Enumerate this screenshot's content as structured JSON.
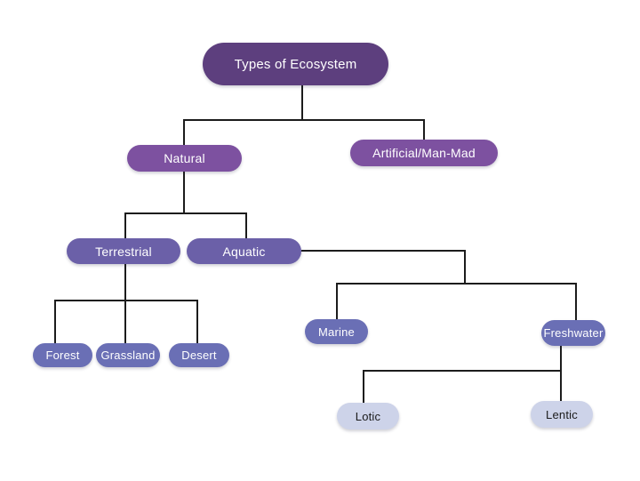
{
  "diagram": {
    "title": "Types of Ecosystem",
    "background_color": "#ffffff",
    "connector_color": "#1c1c1c"
  },
  "colors": {
    "root_node": "#5d3f7e",
    "level1_node": "#7d51a0",
    "level2_node": "#6b60a8",
    "level3_node": "#6a6fb5",
    "level4_node": "#cdd3e9",
    "node_text_dark": "#1b1b1b",
    "node_text_light": "#ffffff"
  },
  "nodes": {
    "root": {
      "label": "Types of Ecosystem"
    },
    "natural": {
      "label": "Natural"
    },
    "artificial": {
      "label": "Artificial/Man-Mad"
    },
    "terrestrial": {
      "label": "Terrestrial"
    },
    "aquatic": {
      "label": "Aquatic"
    },
    "forest": {
      "label": "Forest"
    },
    "grassland": {
      "label": "Grassland"
    },
    "desert": {
      "label": "Desert"
    },
    "marine": {
      "label": "Marine"
    },
    "freshwater": {
      "label": "Freshwater"
    },
    "lotic": {
      "label": "Lotic"
    },
    "lentic": {
      "label": "Lentic"
    }
  },
  "edges": [
    {
      "from": "Types of Ecosystem",
      "to": "Natural"
    },
    {
      "from": "Types of Ecosystem",
      "to": "Artificial/Man-Mad"
    },
    {
      "from": "Natural",
      "to": "Terrestrial"
    },
    {
      "from": "Natural",
      "to": "Aquatic"
    },
    {
      "from": "Terrestrial",
      "to": "Forest"
    },
    {
      "from": "Terrestrial",
      "to": "Grassland"
    },
    {
      "from": "Terrestrial",
      "to": "Desert"
    },
    {
      "from": "Aquatic",
      "to": "Marine"
    },
    {
      "from": "Aquatic",
      "to": "Freshwater"
    },
    {
      "from": "Freshwater",
      "to": "Lotic"
    },
    {
      "from": "Freshwater",
      "to": "Lentic"
    }
  ]
}
